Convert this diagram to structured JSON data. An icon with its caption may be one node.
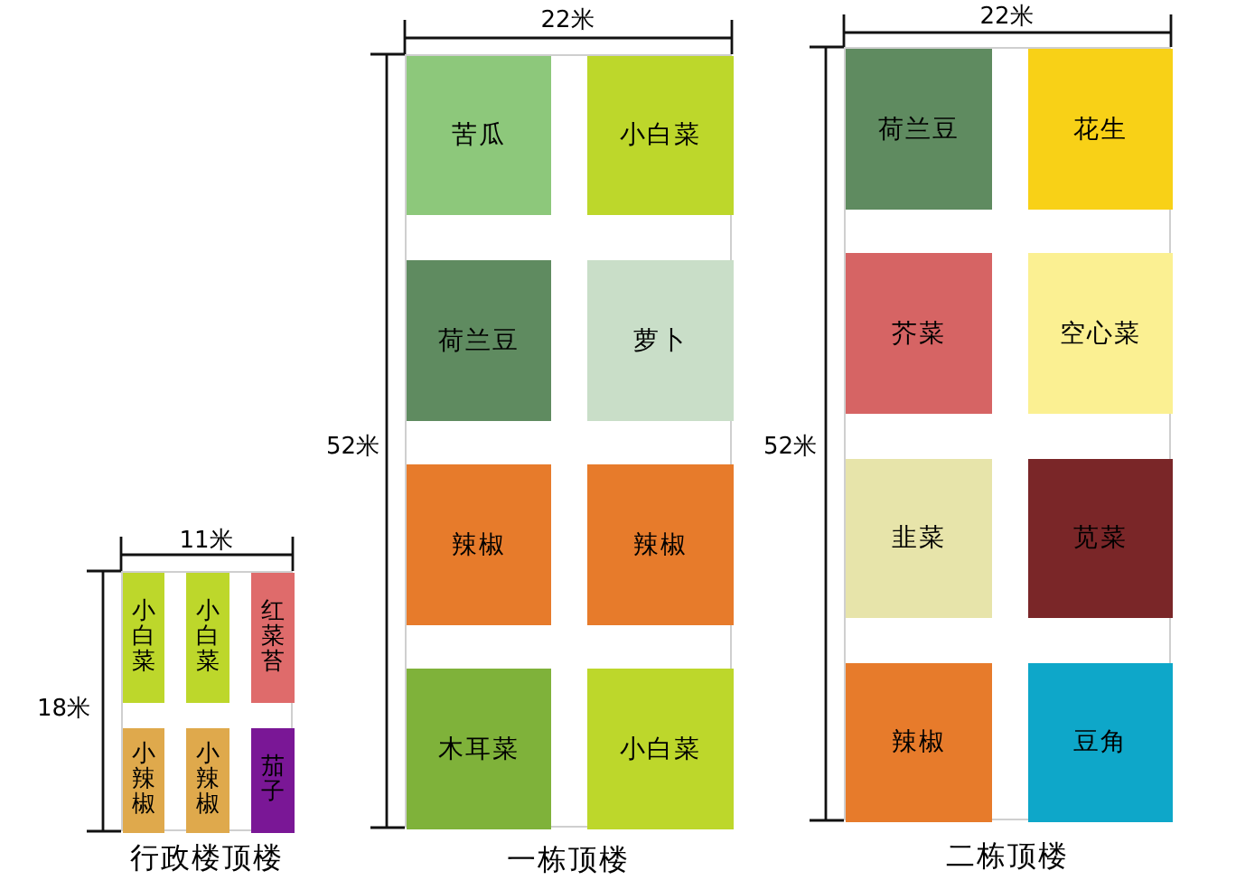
{
  "diagram": {
    "nodes": [
      {
        "text": [
          "行政楼顶楼"
        ]
      },
      {
        "text": [
          "小白菜"
        ],
        "in": 0
      },
      {
        "text": [
          "小白菜"
        ],
        "in": 0
      },
      {
        "text": [
          "红菜苔"
        ],
        "in": 0
      },
      {
        "text": [
          "小辣椒"
        ],
        "in": 0
      },
      {
        "text": [
          "小辣椒"
        ],
        "in": 0
      },
      {
        "text": [
          "茄子"
        ],
        "in": 0
      },
      {
        "text": [
          "一栋顶楼"
        ]
      },
      {
        "text": [
          "苦瓜"
        ],
        "in": 7
      },
      {
        "text": [
          "小白菜"
        ],
        "in": 7
      },
      {
        "text": [
          "荷兰豆"
        ],
        "in": 7
      },
      {
        "text": [
          "萝卜"
        ],
        "in": 7
      },
      {
        "text": [
          "辣椒"
        ],
        "in": 7
      },
      {
        "text": [
          "辣椒"
        ],
        "in": 7
      },
      {
        "text": [
          "木耳菜"
        ],
        "in": 7
      },
      {
        "text": [
          "小白菜"
        ],
        "in": 7
      },
      {
        "text": [
          "二栋顶楼"
        ]
      },
      {
        "text": [
          "荷兰豆"
        ],
        "in": 16
      },
      {
        "text": [
          "花生"
        ],
        "in": 16
      },
      {
        "text": [
          "芥菜"
        ],
        "in": 16
      },
      {
        "text": [
          "空心菜"
        ],
        "in": 16
      },
      {
        "text": [
          "韭菜"
        ],
        "in": 16
      },
      {
        "text": [
          "苋菜"
        ],
        "in": 16
      },
      {
        "text": [
          "辣椒"
        ],
        "in": 16
      },
      {
        "text": [
          "豆角"
        ],
        "in": 16
      }
    ],
    "labels": [
      "11米",
      "18米",
      "22米",
      "52米",
      "22米",
      "52米"
    ]
  }
}
